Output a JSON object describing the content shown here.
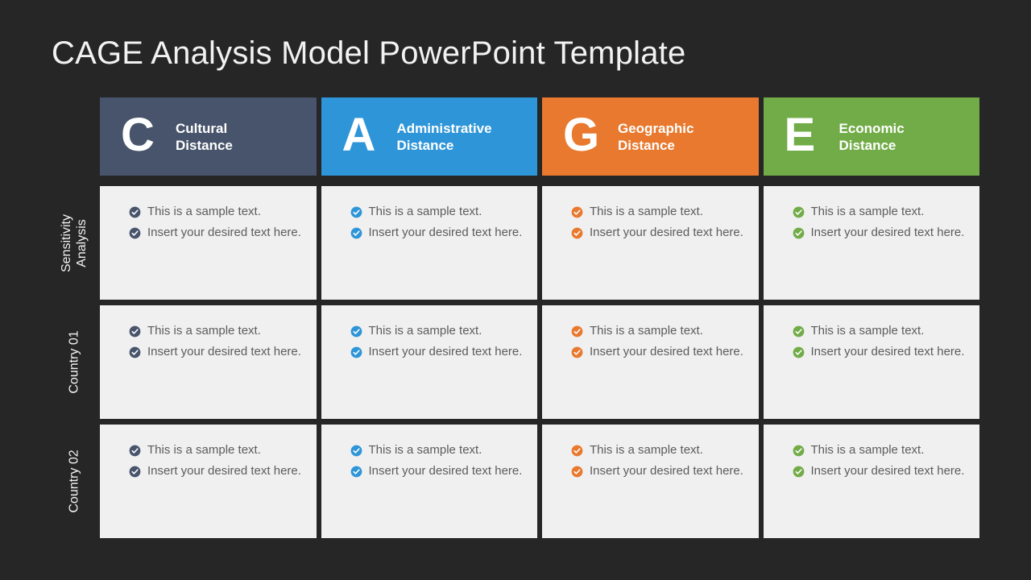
{
  "slide": {
    "title": "CAGE Analysis Model PowerPoint Template",
    "background_color": "#262626"
  },
  "colors": {
    "cultural": "#47546b",
    "administrative": "#2e95d8",
    "geographic": "#e8792e",
    "economic": "#72ac48",
    "cell_background": "#f0f0f0",
    "cell_text": "#5c5c5c",
    "title_text": "#f2f2f2"
  },
  "columns": [
    {
      "letter": "C",
      "title_line1": "Cultural",
      "title_line2": "Distance",
      "color": "#47546b",
      "icon": "check-circle-icon"
    },
    {
      "letter": "A",
      "title_line1": "Administrative",
      "title_line2": "Distance",
      "color": "#2e95d8",
      "icon": "check-circle-icon"
    },
    {
      "letter": "G",
      "title_line1": "Geographic",
      "title_line2": "Distance",
      "color": "#e8792e",
      "icon": "check-circle-icon"
    },
    {
      "letter": "E",
      "title_line1": "Economic",
      "title_line2": "Distance",
      "color": "#72ac48",
      "icon": "check-circle-icon"
    }
  ],
  "rows": [
    {
      "label_line1": "Sensitivity",
      "label_line2": "Analysis",
      "cells": [
        {
          "bullets": [
            "This is a sample text.",
            "Insert your desired text here."
          ]
        },
        {
          "bullets": [
            "This is a sample text.",
            "Insert your desired text here."
          ]
        },
        {
          "bullets": [
            "This is a sample text.",
            "Insert your desired text here."
          ]
        },
        {
          "bullets": [
            "This is a sample text.",
            "Insert your desired text here."
          ]
        }
      ]
    },
    {
      "label_line1": "Country 01",
      "label_line2": "",
      "cells": [
        {
          "bullets": [
            "This is a sample text.",
            "Insert your desired text here."
          ]
        },
        {
          "bullets": [
            "This is a sample text.",
            "Insert your desired text here."
          ]
        },
        {
          "bullets": [
            "This is a sample text.",
            "Insert your desired text here."
          ]
        },
        {
          "bullets": [
            "This is a sample text.",
            "Insert your desired text here."
          ]
        }
      ]
    },
    {
      "label_line1": "Country 02",
      "label_line2": "",
      "cells": [
        {
          "bullets": [
            "This is a sample text.",
            "Insert your desired text here."
          ]
        },
        {
          "bullets": [
            "This is a sample text.",
            "Insert your desired text here."
          ]
        },
        {
          "bullets": [
            "This is a sample text.",
            "Insert your desired text here."
          ]
        },
        {
          "bullets": [
            "This is a sample text.",
            "Insert your desired text here."
          ]
        }
      ]
    }
  ]
}
